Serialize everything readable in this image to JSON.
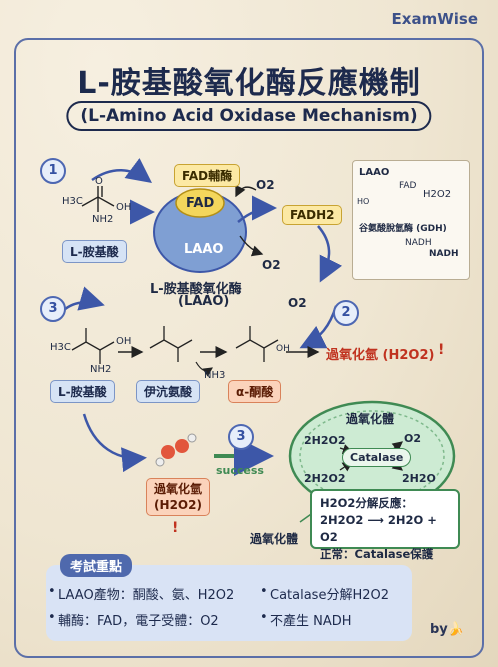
{
  "brand": "ExamWise",
  "title": "L-胺基酸氧化酶反應機制",
  "subtitle": "(L-Amino Acid Oxidase Mechanism)",
  "steps": {
    "s1": "1",
    "s2": "2",
    "s3a": "3",
    "s3b": "3"
  },
  "molecules": {
    "h3c": "H3C",
    "h3c2": "H3C",
    "oh": "OH",
    "oh2": "OH",
    "oh3": "OH",
    "nh2": "NH2",
    "nh2b": "NH2",
    "o1": "O",
    "nh3": "NH3"
  },
  "labels": {
    "l_amino_acid": "L-胺基酸",
    "l_amino_acid_2": "L-胺基酸",
    "fad_coenzyme": "FAD輔酶",
    "fad": "FAD",
    "laao": "LAAO",
    "enzyme_name": "L-胺基酸氧化酶",
    "enzyme_abbr": "(LAAO)",
    "o2_top": "O2",
    "o2_bottom": "O2",
    "o2_mid": "O2",
    "fadh2": "FADH2",
    "imino_acid": "伊沆氨酸",
    "alpha_keto": "α-酮酸",
    "h2o2_product": "過氧化氫 (H2O2)",
    "warning": "!",
    "h2o2_bottom_1": "過氧化氫",
    "h2o2_bottom_2": "(H2O2)",
    "warning2": "!",
    "success": "success",
    "peroxisome_top": "過氧化體",
    "peroxisome_bottom": "過氧化體",
    "catalase": "Catalase",
    "h2o2_a": "2H2O2",
    "h2o2_b": "2H2O2",
    "o2_cat": "O2",
    "h2o_cat": "2H2O"
  },
  "legend": {
    "title": "LAAO",
    "fad": "FAD",
    "h2o2": "H2O2",
    "ho": "HO",
    "gdh": "谷氨酸脫氫酶 (GDH)",
    "nadh": "NADH",
    "nadh2": "NADH"
  },
  "panel": {
    "line1": "H2O2分解反應：",
    "line2": "2H2O2 ⟶ 2H2O + O2",
    "line3": "正常：Catalase保護"
  },
  "key_points": {
    "title": "考試重點",
    "items": [
      "LAAO產物：酮酸、氨、H2O2",
      "Catalase分解H2O2",
      "輔酶：FAD，電子受體：O2",
      "不產生 NADH"
    ]
  },
  "byline": "by🍌",
  "colors": {
    "accent": "#4f69ad",
    "warning": "#c0321f",
    "green": "#3f8a53"
  }
}
